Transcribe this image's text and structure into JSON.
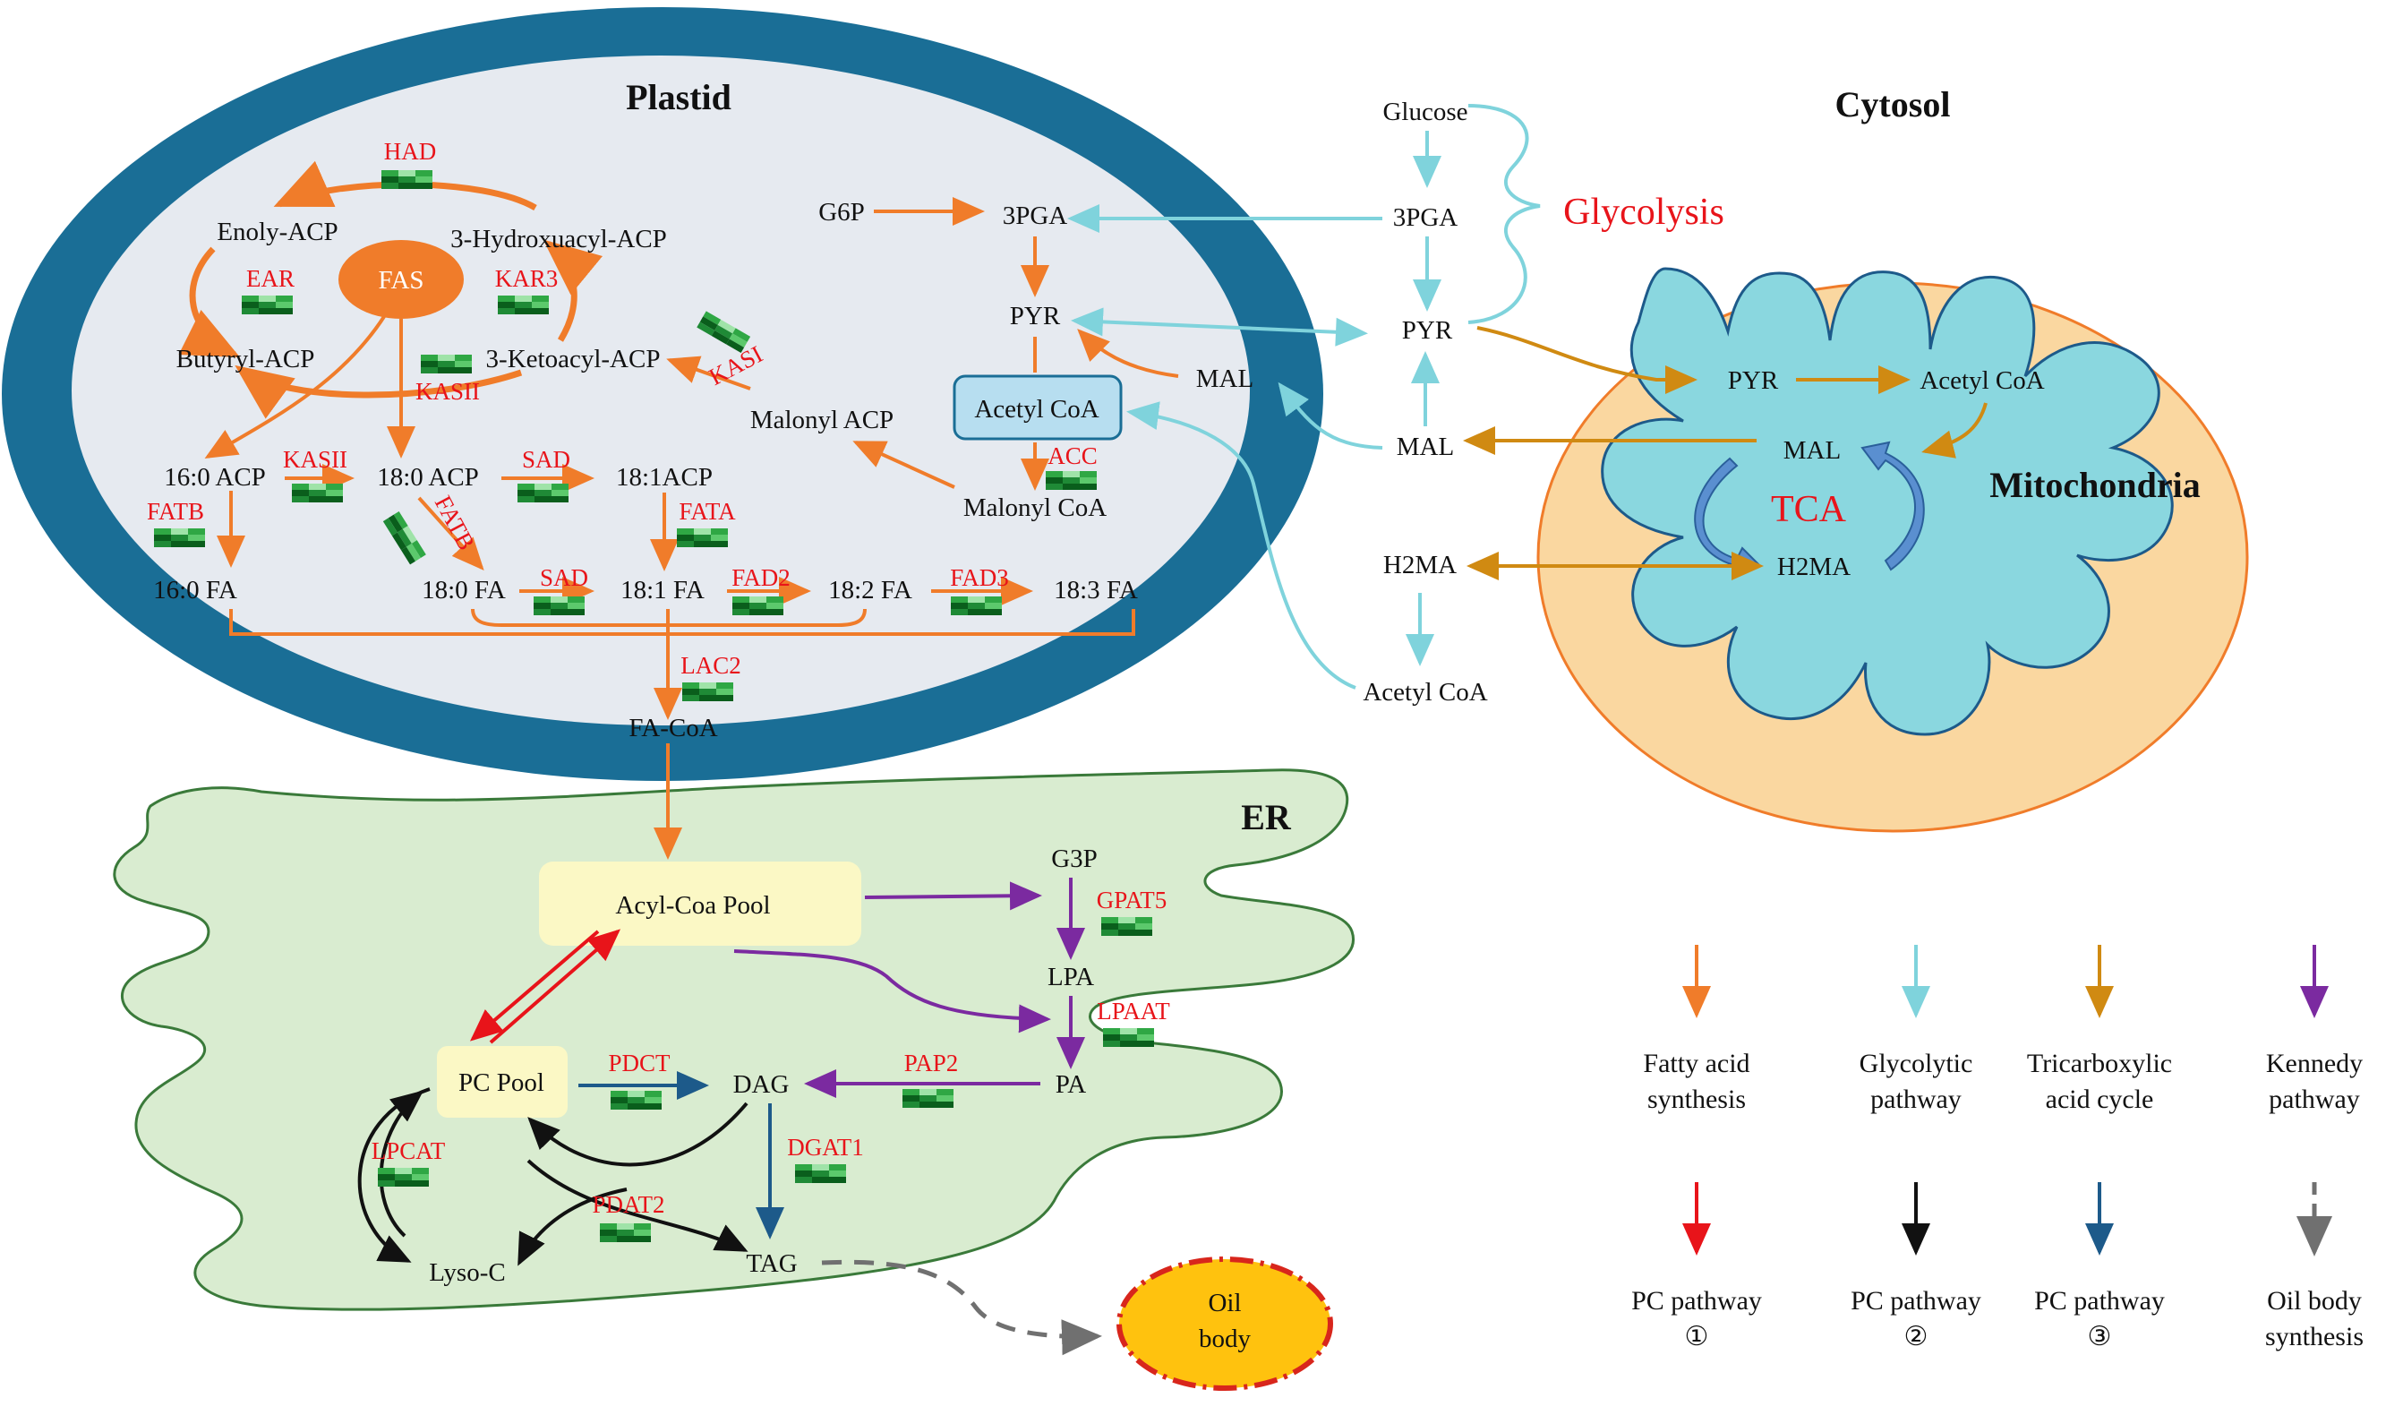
{
  "compartments": {
    "plastid": "Plastid",
    "cytosol": "Cytosol",
    "er": "ER",
    "mitochondria": "Mitochondria"
  },
  "plastid": {
    "fas": "FAS",
    "enoyl_acp": "Enoly-ACP",
    "hydroxyacyl_acp": "3-Hydroxuacyl-ACP",
    "butyryl_acp": "Butyryl-ACP",
    "ketoacyl_acp": "3-Ketoacyl-ACP",
    "acp_160": "16:0 ACP",
    "acp_180": "18:0 ACP",
    "acp_181": "18:1ACP",
    "fa_160": "16:0 FA",
    "fa_180": "18:0 FA",
    "fa_181": "18:1 FA",
    "fa_182": "18:2 FA",
    "fa_183": "18:3 FA",
    "fa_coa": "FA-CoA",
    "g6p": "G6P",
    "pga": "3PGA",
    "pyr": "PYR",
    "mal": "MAL",
    "acetyl_coa": "Acetyl CoA",
    "malonyl_acp": "Malonyl ACP",
    "malonyl_coa": "Malonyl CoA"
  },
  "enzymes": {
    "had": "HAD",
    "ear": "EAR",
    "kar3": "KAR3",
    "kasii_top": "KASII",
    "kasii_left": "KASII",
    "kasi": "KASI",
    "sad_top": "SAD",
    "sad_bottom": "SAD",
    "fatb_left": "FATB",
    "fatb_mid": "FATB",
    "fata": "FATA",
    "fad2": "FAD2",
    "fad3": "FAD3",
    "acc": "ACC",
    "lac2": "LAC2",
    "gpat5": "GPAT5",
    "lpaat": "LPAAT",
    "pap2": "PAP2",
    "pdct": "PDCT",
    "dgat1": "DGAT1",
    "lpcat": "LPCAT",
    "pdat2": "PDAT2"
  },
  "cytosol": {
    "glucose": "Glucose",
    "pga": "3PGA",
    "glycolysis": "Glycolysis",
    "pyr": "PYR",
    "mal": "MAL",
    "h2ma": "H2MA",
    "acetyl_coa": "Acetyl CoA"
  },
  "mito": {
    "pyr": "PYR",
    "acetyl_coa": "Acetyl CoA",
    "mal": "MAL",
    "tca": "TCA",
    "h2ma": "H2MA"
  },
  "er": {
    "acyl_coa_pool": "Acyl-Coa Pool",
    "g3p": "G3P",
    "lpa": "LPA",
    "pa": "PA",
    "dag": "DAG",
    "pc_pool": "PC Pool",
    "lyso_c": "Lyso-C",
    "tag": "TAG",
    "oil_body_line1": "Oil",
    "oil_body_line2": "body"
  },
  "legend": [
    {
      "line1": "Fatty acid",
      "line2": "synthesis",
      "color": "#f07c2a",
      "dashed": false
    },
    {
      "line1": "Glycolytic",
      "line2": "pathway",
      "color": "#7fd3dc",
      "dashed": false
    },
    {
      "line1": "Tricarboxylic",
      "line2": "acid cycle",
      "color": "#d08a12",
      "dashed": false
    },
    {
      "line1": "Kennedy",
      "line2": "pathway",
      "color": "#7b2aa0",
      "dashed": false
    },
    {
      "line1": "PC pathway",
      "line2": "①",
      "color": "#e8141a",
      "dashed": false
    },
    {
      "line1": "PC pathway",
      "line2": "②",
      "color": "#111111",
      "dashed": false
    },
    {
      "line1": "PC pathway",
      "line2": "③",
      "color": "#1d5a8a",
      "dashed": false
    },
    {
      "line1": "Oil body",
      "line2": "synthesis",
      "color": "#707070",
      "dashed": true
    }
  ],
  "colors": {
    "plastid_outer": "#1a6e96",
    "plastid_inner": "#e6eaf0",
    "cytosol_mito_outer": "#fad7a0",
    "mito_inner": "#8ad7df",
    "er_fill": "#d9ecd0",
    "pool_fill": "#fbf8c5",
    "fas_fill": "#f07c2a",
    "oil_fill": "#ffc20e",
    "oil_border": "#d8261c",
    "fatty_acid": "#f07c2a",
    "glycolytic": "#7fd3dc",
    "tca": "#d08a12",
    "kennedy": "#7b2aa0",
    "pc1": "#e8141a",
    "pc2": "#111111",
    "pc3": "#1d5a8a",
    "oil_body": "#707070"
  }
}
